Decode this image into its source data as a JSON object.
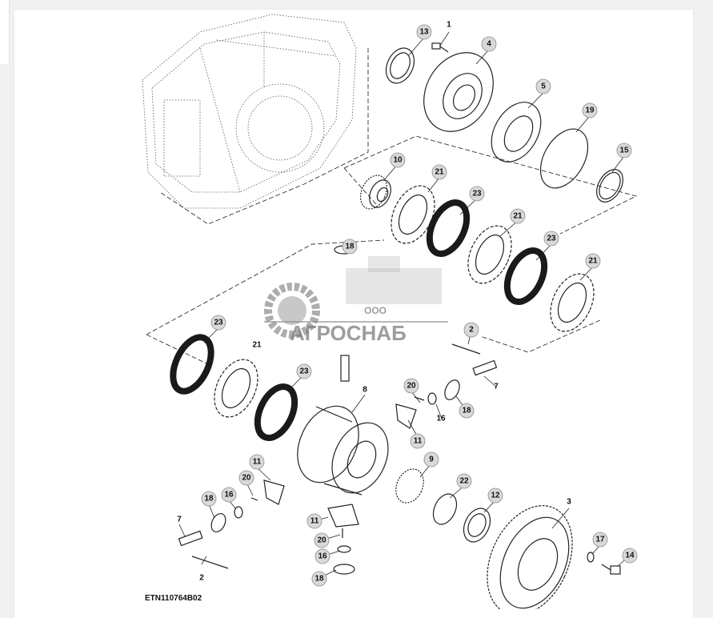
{
  "diagram": {
    "code": "ETN110764B02",
    "callouts": [
      {
        "id": "c1",
        "label": "1"
      },
      {
        "id": "c2",
        "label": "2"
      },
      {
        "id": "c3",
        "label": "3"
      },
      {
        "id": "c4",
        "label": "4"
      },
      {
        "id": "c5",
        "label": "5"
      },
      {
        "id": "c7",
        "label": "7"
      },
      {
        "id": "c8",
        "label": "8"
      },
      {
        "id": "c9",
        "label": "9"
      },
      {
        "id": "c10",
        "label": "10"
      },
      {
        "id": "c11",
        "label": "11"
      },
      {
        "id": "c12",
        "label": "12"
      },
      {
        "id": "c13",
        "label": "13"
      },
      {
        "id": "c14",
        "label": "14"
      },
      {
        "id": "c15",
        "label": "15"
      },
      {
        "id": "c16",
        "label": "16"
      },
      {
        "id": "c17",
        "label": "17"
      },
      {
        "id": "c18",
        "label": "18"
      },
      {
        "id": "c19",
        "label": "19"
      },
      {
        "id": "c20",
        "label": "20"
      },
      {
        "id": "c21",
        "label": "21"
      },
      {
        "id": "c22",
        "label": "22"
      },
      {
        "id": "c23",
        "label": "23"
      }
    ]
  },
  "watermark": {
    "prefix": "ООО",
    "name": "АГРОСНАБ",
    "color": "#7d7d7d"
  },
  "colors": {
    "page": "#f1f1f1",
    "sheet": "#ffffff",
    "bubble": "#d9d9d9",
    "line": "#222222"
  }
}
